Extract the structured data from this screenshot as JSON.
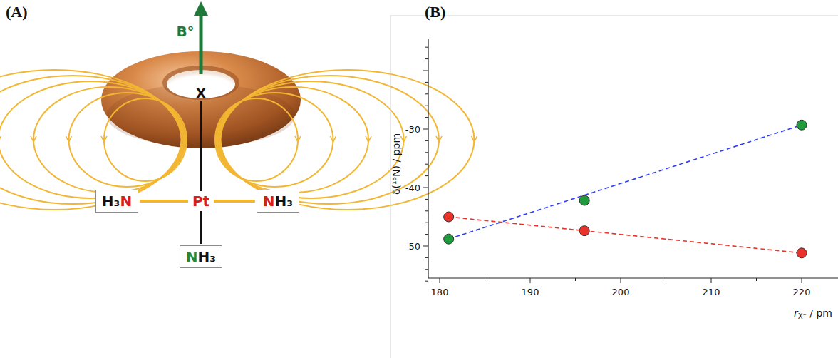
{
  "diagram": {
    "nodes": [
      {
        "text": [
          "H₃N"
        ]
      },
      {
        "text": [
          "NH₃"
        ]
      },
      {
        "text": [
          "NH₃"
        ]
      }
    ],
    "labels": [
      "(A)",
      "B°",
      "X",
      "Pt",
      "(B)",
      "-30",
      "-40",
      "-50",
      "180",
      "190",
      "200",
      "210",
      "220",
      "δ(¹⁵N) / ppm",
      "rX⁻ / pm"
    ]
  }
}
